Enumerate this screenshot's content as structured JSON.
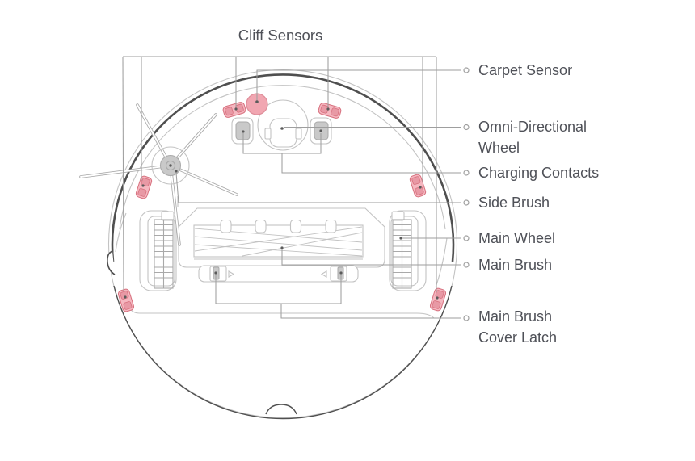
{
  "title": "Cliff Sensors",
  "callouts": {
    "carpet_sensor": "Carpet Sensor",
    "omni_wheel": {
      "line1": "Omni-Directional",
      "line2": "Wheel"
    },
    "charging_contacts": "Charging Contacts",
    "side_brush": "Side Brush",
    "main_wheel": "Main Wheel",
    "main_brush": "Main Brush",
    "main_brush_cover_latch": {
      "line1": "Main Brush",
      "line2": "Cover Latch"
    }
  },
  "colors": {
    "background": "#ffffff",
    "label_text": "#4f5158",
    "leader_line": "#9e9e9e",
    "art_light": "#c3c3c3",
    "art_mid": "#a9a9a9",
    "art_dark": "#4f4f4f",
    "sensor_pink_fill": "#f5b7c0",
    "sensor_pink_stroke": "#d7707e",
    "sensor_pink_inner": "#e899a5",
    "carpet_sensor_fill": "#f1a6b1",
    "carpet_sensor_stroke": "#de8d99",
    "anchor_dot": "#5b5b5b",
    "contact_fill": "#c9c9c9"
  }
}
